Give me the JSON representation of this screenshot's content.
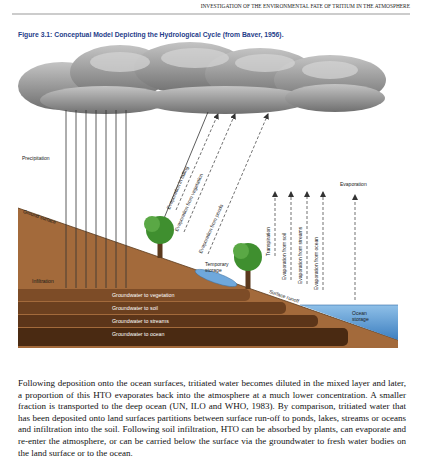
{
  "diagram": {
    "title": "Figure 3.1: Conceptual Model Depicting the Hydrological Cycle (from Baver, 1956).",
    "nodes": [
      {
        "text": [
          "Groundwater to vegetation"
        ]
      },
      {
        "text": [
          "Groundwater to soil"
        ]
      },
      {
        "text": [
          "Groundwater to streams"
        ]
      },
      {
        "text": [
          "Groundwater to ocean"
        ]
      }
    ],
    "labels": [
      "INVESTIGATION OF THE ENVIRONMENTAL FATE OF TRITIUM IN THE ATMOSPHERE",
      "Precipitation",
      "Evaporation",
      "Ground surface",
      "Infiltration",
      "Evaporation in falling",
      "Evaporation from vegetation",
      "Evaporation from ponds",
      "Transpiration",
      "Evaporation from soil",
      "Evaporation from streams",
      "Evaporation from ocean",
      "Temporary storage",
      "Surface runoff",
      "Ocean storage",
      "Following deposition onto the ocean surfaces, tritiated water becomes diluted in the mixed layer and later, a proportion of this HTO evaporates back into the atmosphere at a much lower concentration. A smaller fraction is transported to the deep ocean (UN, ILO and WHO, 1983). By comparison, tritiated water that has been deposited onto land surfaces partitions between surface run-off to ponds, lakes, streams or oceans and infiltration into the soil. Following soil infiltration, HTO can be absorbed by plants, can evaporate and re-enter the atmosphere, or can be carried below the surface via the groundwater to fresh water bodies on the land surface or to the ocean."
    ]
  }
}
